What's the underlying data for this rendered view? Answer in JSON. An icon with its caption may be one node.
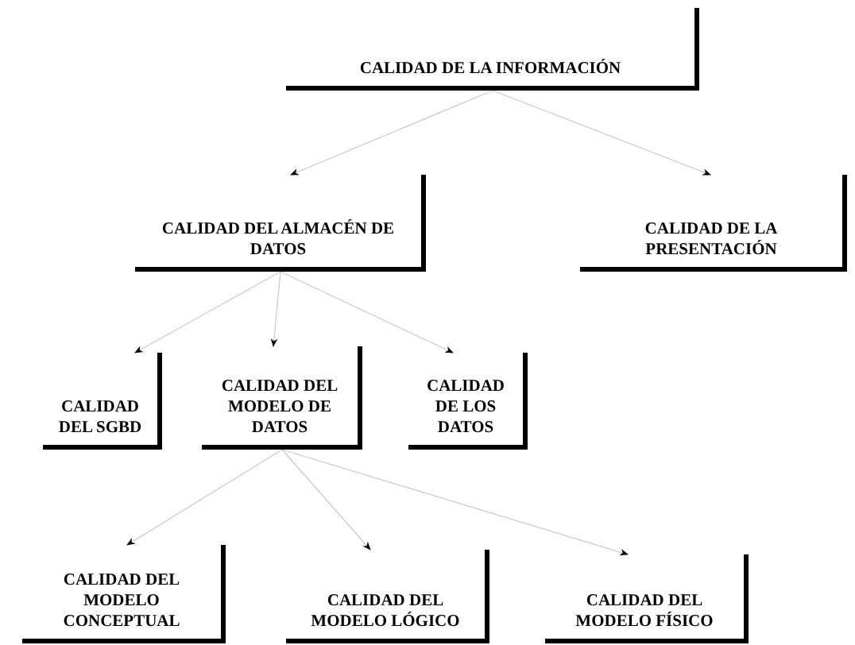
{
  "diagram": {
    "nodes": [
      {
        "text": [
          "CALIDAD DE LA INFORMACIÓN"
        ]
      },
      {
        "text": [
          "CALIDAD DEL ALMACÉN DE DATOS"
        ]
      },
      {
        "text": [
          "CALIDAD DE LA PRESENTACIÓN"
        ]
      },
      {
        "text": [
          "CALIDAD DEL SGBD"
        ]
      },
      {
        "text": [
          "CALIDAD DEL MODELO DE DATOS"
        ]
      },
      {
        "text": [
          "CALIDAD DE LOS DATOS"
        ]
      },
      {
        "text": [
          "CALIDAD DEL MODELO CONCEPTUAL"
        ]
      },
      {
        "text": [
          "CALIDAD DEL MODELO LÓGICO"
        ]
      },
      {
        "text": [
          "CALIDAD DEL MODELO FÍSICO"
        ]
      }
    ],
    "edges": [
      {
        "from": 0,
        "to": 1,
        "arrow": "to"
      },
      {
        "from": 0,
        "to": 2,
        "arrow": "to"
      },
      {
        "from": 1,
        "to": 3,
        "arrow": "to"
      },
      {
        "from": 1,
        "to": 4,
        "arrow": "to"
      },
      {
        "from": 1,
        "to": 5,
        "arrow": "to"
      },
      {
        "from": 4,
        "to": 6,
        "arrow": "to"
      },
      {
        "from": 4,
        "to": 7,
        "arrow": "to"
      },
      {
        "from": 4,
        "to": 8,
        "arrow": "to"
      }
    ]
  }
}
